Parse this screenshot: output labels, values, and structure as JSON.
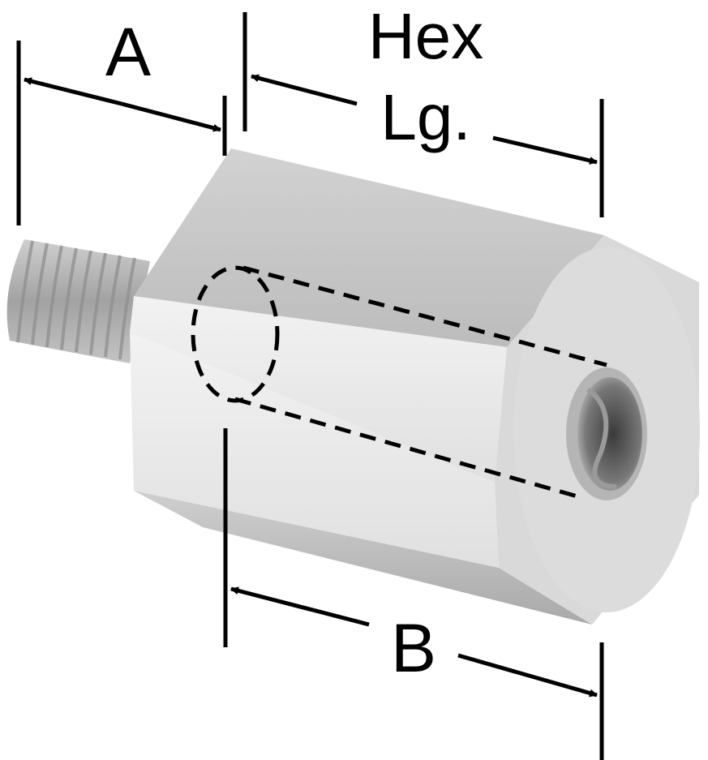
{
  "labels": {
    "a": "A",
    "hex_line1": "Hex",
    "hex_line2": "Lg.",
    "b": "B"
  },
  "colors": {
    "ink": "#000000",
    "metal_top": "#c9c9c9",
    "metal_front": "#e6e6e6",
    "metal_bottom": "#bdbdbd",
    "metal_end": "#d8d8d8",
    "thread": "#a8a8a8",
    "hole": "#4a4a4a"
  }
}
